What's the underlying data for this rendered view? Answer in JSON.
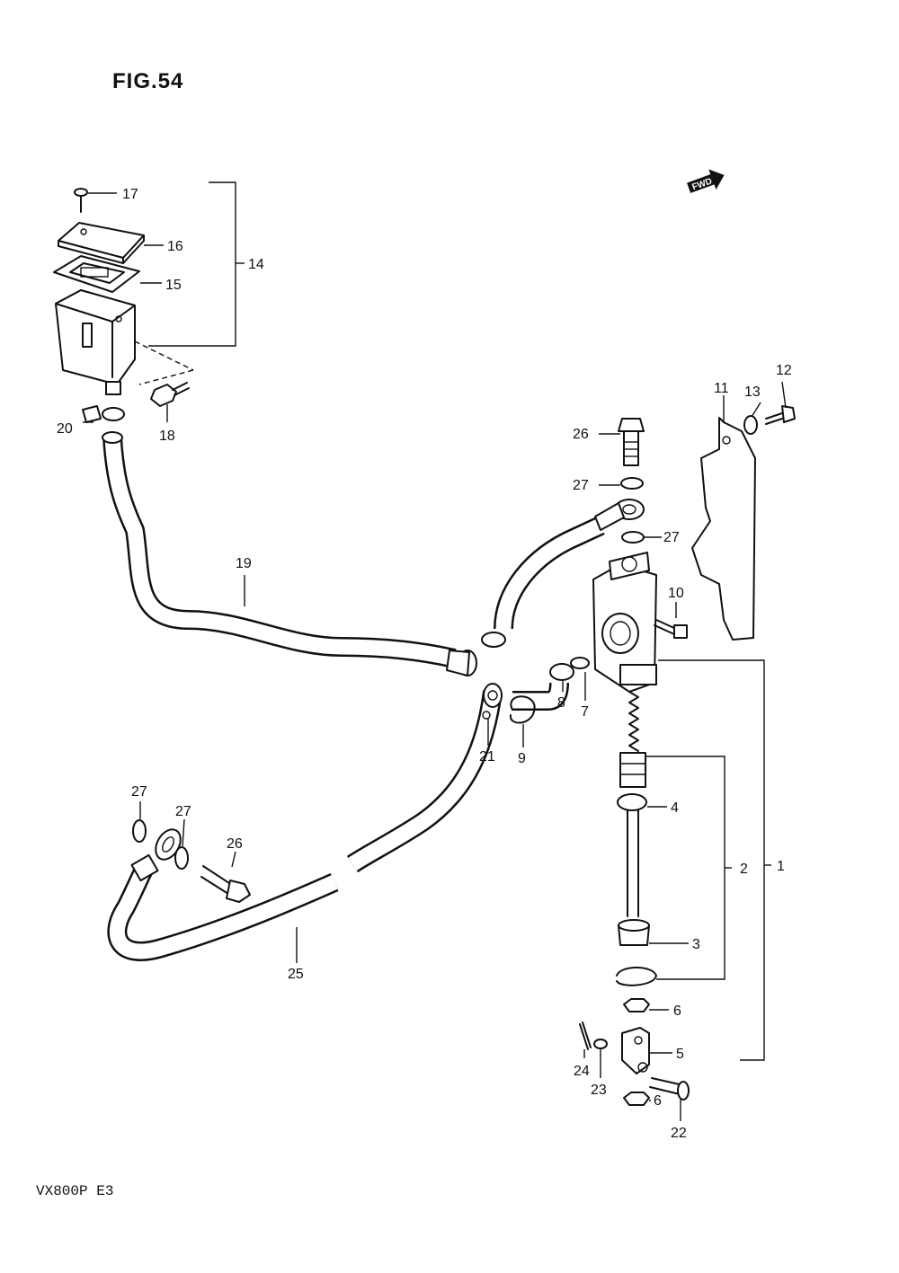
{
  "figure": {
    "title": "FIG.54"
  },
  "model": {
    "code": "VX800P",
    "region": "E3"
  },
  "direction": {
    "label": "FWD"
  },
  "callouts": {
    "c1": "1",
    "c2": "2",
    "c3": "3",
    "c4": "4",
    "c5": "5",
    "c6a": "6",
    "c6b": "6",
    "c7": "7",
    "c8": "8",
    "c9": "9",
    "c10": "10",
    "c11": "11",
    "c12": "12",
    "c13": "13",
    "c14": "14",
    "c15": "15",
    "c16": "16",
    "c17": "17",
    "c18": "18",
    "c19": "19",
    "c20": "20",
    "c21": "21",
    "c22": "22",
    "c23": "23",
    "c24": "24",
    "c25": "25",
    "c26a": "26",
    "c26b": "26",
    "c27a": "27",
    "c27b": "27",
    "c27c": "27",
    "c27d": "27"
  }
}
